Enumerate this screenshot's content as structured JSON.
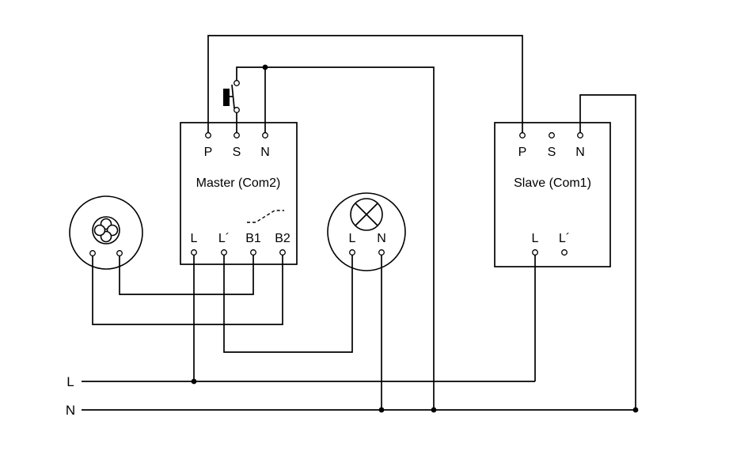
{
  "diagram": {
    "master": {
      "label": "Master (Com2)",
      "terminals_top": [
        "P",
        "S",
        "N"
      ],
      "terminals_bottom": [
        "L",
        "L´",
        "B1",
        "B2"
      ]
    },
    "slave": {
      "label": "Slave (Com1)",
      "terminals_top": [
        "P",
        "S",
        "N"
      ],
      "terminals_bottom": [
        "L",
        "L´"
      ]
    },
    "lamp": {
      "terminals": [
        "L",
        "N"
      ]
    },
    "bus": {
      "live": "L",
      "neutral": "N"
    },
    "icons": {
      "fan": "fan-icon",
      "lamp": "lamp-crossed-circle-icon",
      "push_button": "push-button-icon",
      "relay_contact": "dashed-relay-contact-icon"
    },
    "colors": {
      "line": "#000000",
      "background": "#ffffff"
    }
  }
}
